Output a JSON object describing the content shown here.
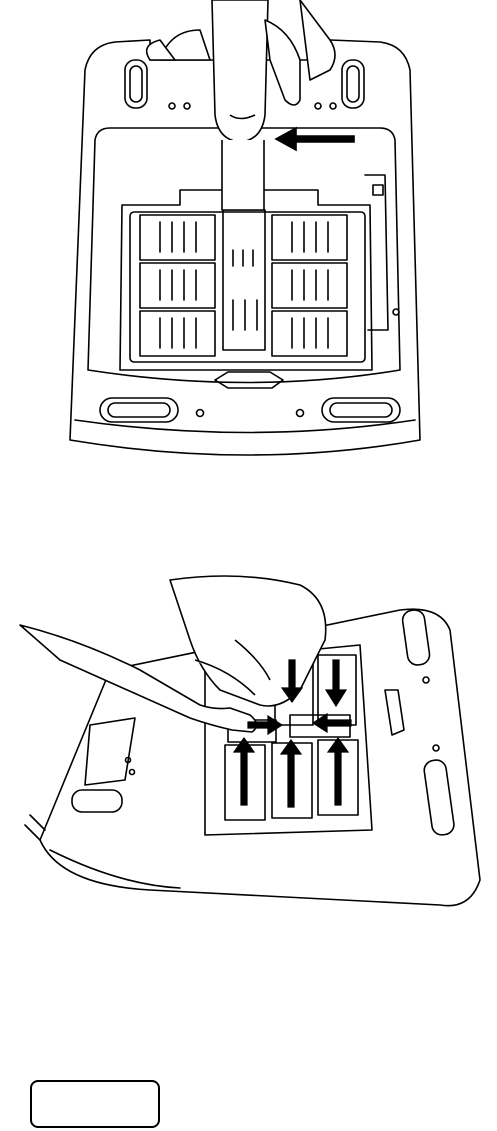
{
  "figures": [
    {
      "id": "remove-sim-tray",
      "description_icon": "sim-tray-removal-illustration"
    },
    {
      "id": "insert-sim-cards",
      "description_icon": "sim-card-insertion-illustration"
    }
  ],
  "caption_box": {
    "label": ""
  },
  "colors": {
    "line": "#000000",
    "background": "#ffffff"
  }
}
